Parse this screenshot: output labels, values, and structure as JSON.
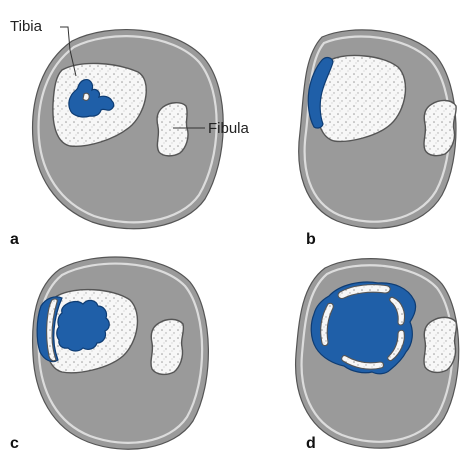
{
  "labels": {
    "tibia": "Tibia",
    "fibula": "Fibula"
  },
  "panels": [
    {
      "letter": "a"
    },
    {
      "letter": "b"
    },
    {
      "letter": "c"
    },
    {
      "letter": "d"
    }
  ],
  "colors": {
    "soft_tissue": "#9a9a9a",
    "bone": "#f7f7f7",
    "lesion": "#1f5fa8"
  }
}
